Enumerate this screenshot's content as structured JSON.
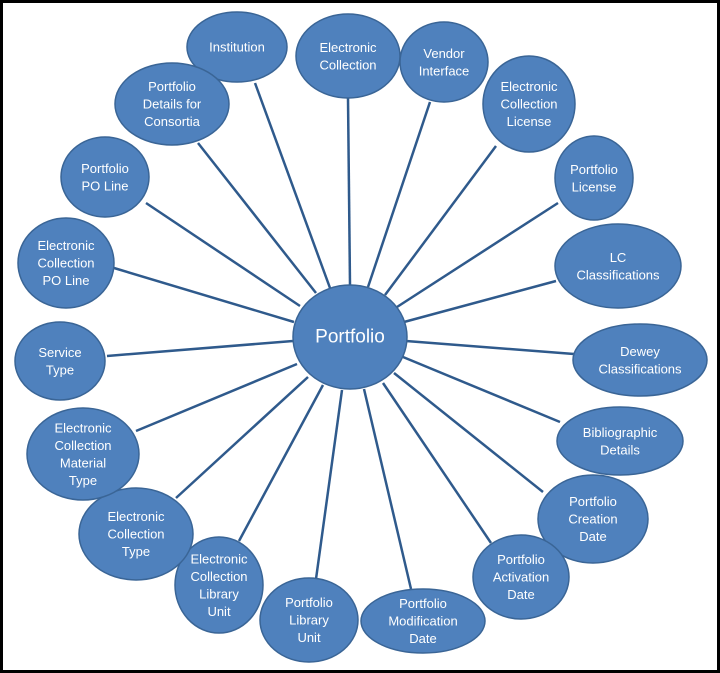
{
  "diagram": {
    "center": {
      "label": [
        "Portfolio"
      ]
    },
    "nodes": [
      {
        "id": "institution",
        "label": [
          "Institution"
        ]
      },
      {
        "id": "electronic-collection",
        "label": [
          "Electronic",
          "Collection"
        ]
      },
      {
        "id": "vendor-interface",
        "label": [
          "Vendor",
          "Interface"
        ]
      },
      {
        "id": "electronic-collection-license",
        "label": [
          "Electronic",
          "Collection",
          "License"
        ]
      },
      {
        "id": "portfolio-license",
        "label": [
          "Portfolio",
          "License"
        ]
      },
      {
        "id": "lc-classifications",
        "label": [
          "LC",
          "Classifications"
        ]
      },
      {
        "id": "dewey-classifications",
        "label": [
          "Dewey",
          "Classifications"
        ]
      },
      {
        "id": "bibliographic-details",
        "label": [
          "Bibliographic",
          "Details"
        ]
      },
      {
        "id": "portfolio-creation-date",
        "label": [
          "Portfolio",
          "Creation",
          "Date"
        ]
      },
      {
        "id": "portfolio-activation-date",
        "label": [
          "Portfolio",
          "Activation",
          "Date"
        ]
      },
      {
        "id": "portfolio-modification-date",
        "label": [
          "Portfolio",
          "Modification",
          "Date"
        ]
      },
      {
        "id": "portfolio-library-unit",
        "label": [
          "Portfolio",
          "Library",
          "Unit"
        ]
      },
      {
        "id": "electronic-collection-library-unit",
        "label": [
          "Electronic",
          "Collection",
          "Library",
          "Unit"
        ]
      },
      {
        "id": "electronic-collection-type",
        "label": [
          "Electronic",
          "Collection",
          "Type"
        ]
      },
      {
        "id": "electronic-collection-material-type",
        "label": [
          "Electronic",
          "Collection",
          "Material",
          "Type"
        ]
      },
      {
        "id": "service-type",
        "label": [
          "Service",
          "Type"
        ]
      },
      {
        "id": "electronic-collection-po-line",
        "label": [
          "Electronic",
          "Collection",
          "PO Line"
        ]
      },
      {
        "id": "portfolio-po-line",
        "label": [
          "Portfolio",
          "PO Line"
        ]
      },
      {
        "id": "portfolio-details-for-consortia",
        "label": [
          "Portfolio",
          "Details for",
          "Consortia"
        ]
      }
    ]
  }
}
